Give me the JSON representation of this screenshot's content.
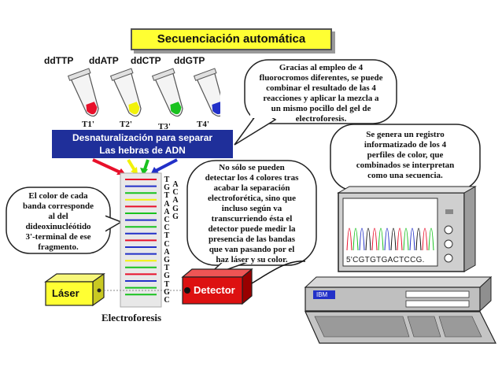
{
  "title": "Secuenciación automática",
  "tubes": [
    {
      "label": "ddTTP",
      "tag": "T1'",
      "color": "#e8102a"
    },
    {
      "label": "ddATP",
      "tag": "T2'",
      "color": "#f2f20a"
    },
    {
      "label": "ddCTP",
      "tag": "T3'",
      "color": "#19c21f"
    },
    {
      "label": "ddGTP",
      "tag": "T4'",
      "color": "#2230c8"
    }
  ],
  "banner": {
    "line1": "Desnaturalización para separar",
    "line2": "Las hebras de ADN"
  },
  "bubbles": {
    "fluoro": [
      "Gracias al empleo de 4",
      "fluorocromos diferentes, se puede",
      "combinar el resultado de las 4",
      "reacciones y aplicar la mezcla a",
      "un mismo pocillo del gel de",
      "electroforesis."
    ],
    "registro": [
      "Se genera un registro",
      "informatizado de los 4",
      "perfiles de color, que",
      "combinados se interpretan",
      "como una secuencia."
    ],
    "detector": [
      "No sólo se pueden",
      "detectar los 4 colores tras",
      "acabar la separación",
      "electroforética, sino que",
      "incluso según va",
      "transcurriendo ésta el",
      "detector puede medir la",
      "presencia de las bandas",
      "que van pasando por el",
      "haz láser y su color."
    ],
    "banda": [
      "El color de cada",
      "banda corresponde",
      "al del",
      "dideoxinucléótido",
      "3'-terminal de ese",
      "fragmento."
    ]
  },
  "gel_bands": [
    "#e8102a",
    "#2230c8",
    "#19c21f",
    "#f2f20a",
    "#e8102a",
    "#19c21f",
    "#2230c8",
    "#19c21f",
    "#2230c8",
    "#e8102a",
    "#2230c8",
    "#2230c8",
    "#f2f20a",
    "#19c21f",
    "#e8102a",
    "#2230c8",
    "#19c21f",
    "#19c21f"
  ],
  "sequence_left": [
    "T",
    "G",
    "T",
    "A",
    "A",
    "C",
    "C",
    "T",
    "C",
    "A",
    "G",
    "T",
    "G",
    "T",
    "G",
    "C"
  ],
  "sequence_right": [
    "A",
    "C",
    "A",
    "G",
    "G"
  ],
  "electroforesis_label": "Electroforesis",
  "laser_label": "Láser",
  "detector_label": "Detector",
  "monitor": {
    "sequence": "5'CGTGTGACTCCG.",
    "brand": "IBM"
  }
}
